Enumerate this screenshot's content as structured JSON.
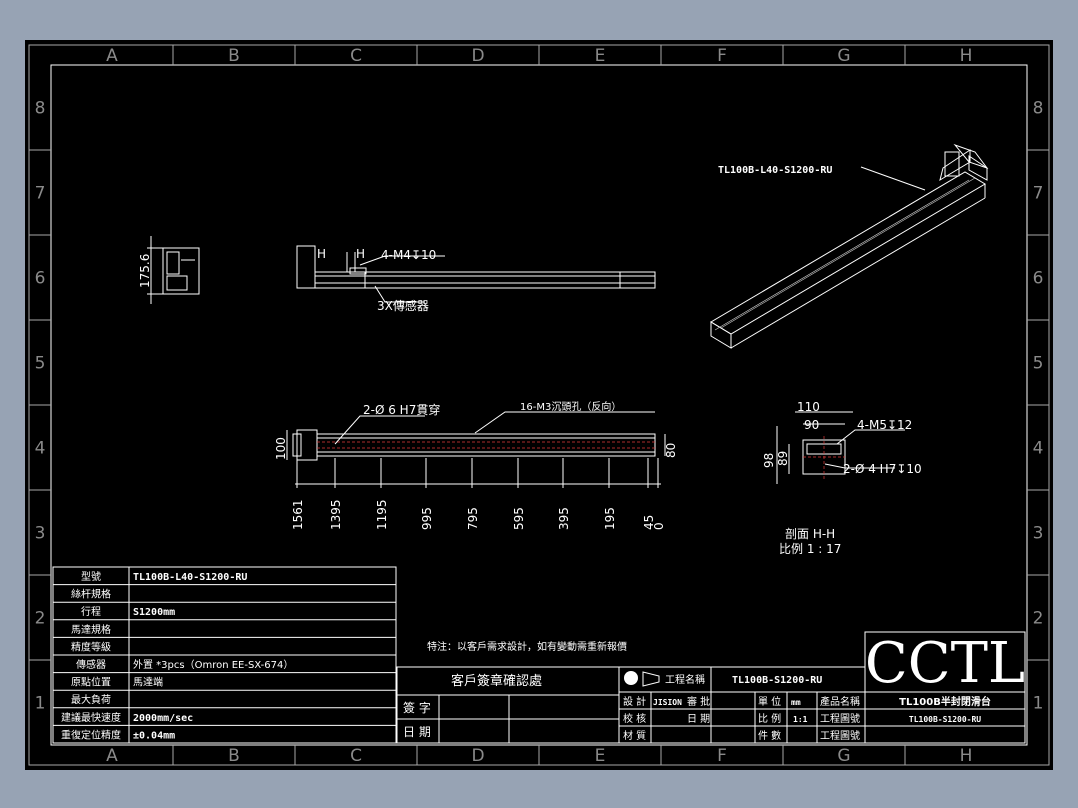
{
  "zones": {
    "columns": [
      "A",
      "B",
      "C",
      "D",
      "E",
      "F",
      "G",
      "H"
    ],
    "rows": [
      "8",
      "7",
      "6",
      "5",
      "4",
      "3",
      "2",
      "1"
    ]
  },
  "views": {
    "iso_label": "TL100B-L40-S1200-RU",
    "side_view": {
      "height_dim": "175.6",
      "h_mark_left": "H",
      "h_mark_right": "H",
      "tap_note": "4-M4↧10",
      "sensor_note": "3X傳感器"
    },
    "top_view": {
      "hole_note": "2-Ø 6  H7貫穿",
      "tap_note": "16-M3沉頭孔（反向）",
      "height_left": "100",
      "height_right": "80",
      "positions": [
        "1561",
        "1395",
        "1195",
        "995",
        "795",
        "595",
        "395",
        "195",
        "45",
        "0"
      ]
    },
    "section": {
      "width_110": "110",
      "width_90": "90",
      "height_98": "98",
      "height_89": "89",
      "tap_note": "4-M5↧12",
      "hole_note": "2-Ø 4  H7↧10",
      "label": "剖面  H-H",
      "scale": "比例  1 : 17"
    }
  },
  "spec_table": {
    "rows": [
      {
        "label": "型號",
        "value": "TL100B-L40-S1200-RU"
      },
      {
        "label": "絲杆規格",
        "value": ""
      },
      {
        "label": "行程",
        "value": "S1200mm"
      },
      {
        "label": "馬達規格",
        "value": ""
      },
      {
        "label": "精度等級",
        "value": ""
      },
      {
        "label": "傳感器",
        "value": "外置 *3pcs（Omron EE-SX-674）"
      },
      {
        "label": "原點位置",
        "value": "馬達端"
      },
      {
        "label": "最大負荷",
        "value": ""
      },
      {
        "label": "建議最快速度",
        "value": "2000mm/sec"
      },
      {
        "label": "重復定位精度",
        "value": "±0.04mm"
      }
    ]
  },
  "note": "特注：以客戶需求設計，如有變動需重新報價",
  "confirm_box": {
    "title": "客戶簽章確認處",
    "sign_label": "簽 字",
    "date_label": "日 期"
  },
  "title_block": {
    "project_label": "工程名稱",
    "project_value": "TL100B-S1200-RU",
    "design_label": "設 計",
    "design_value": "JISION",
    "approve_label": "審 批",
    "check_label": "校 核",
    "date_label": "日 期",
    "material_label": "材 質",
    "unit_label": "單 位",
    "unit_value": "mm",
    "scale_label": "比 例",
    "scale_value": "1:1",
    "count_label": "件 數",
    "product_label": "產品名稱",
    "drawing_no_label": "工程圖號",
    "drawing_no_label_2": "工程圖號",
    "company_logo": "CCTL",
    "product_name": "TL100B半封閉滑台",
    "product_code": "TL100B-S1200-RU"
  }
}
